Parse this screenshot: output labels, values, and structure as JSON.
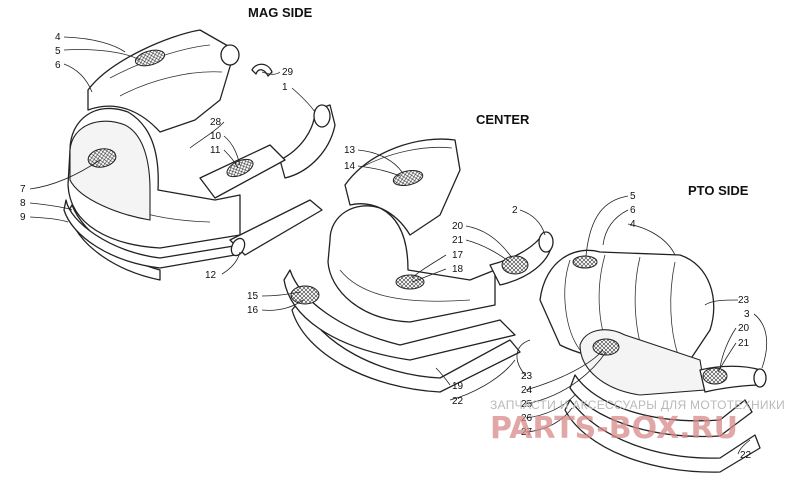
{
  "sections": [
    {
      "title": "MAG SIDE"
    },
    {
      "title": "CENTER"
    },
    {
      "title": "PTO SIDE"
    }
  ],
  "callouts": {
    "mag": [
      "4",
      "5",
      "6",
      "29",
      "1",
      "28",
      "10",
      "11",
      "7",
      "8",
      "9",
      "12"
    ],
    "center": [
      "13",
      "14",
      "2",
      "20",
      "21",
      "17",
      "18",
      "15",
      "16",
      "19",
      "22"
    ],
    "pto": [
      "5",
      "6",
      "4",
      "23",
      "3",
      "20",
      "21",
      "23",
      "24",
      "25",
      "26",
      "27",
      "22"
    ]
  },
  "watermark": {
    "line1": "ЗАПЧАСТИ И АКСЕССУАРЫ ДЛЯ МОТОТЕХНИКИ",
    "line2": "PARTS-BOX.RU"
  }
}
